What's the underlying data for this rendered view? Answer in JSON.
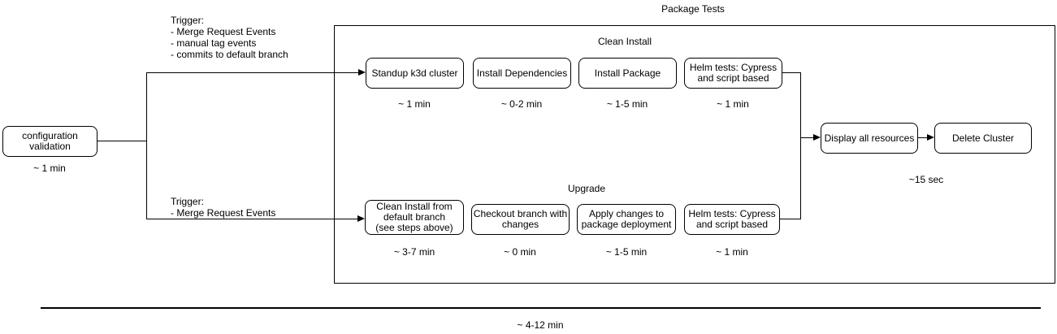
{
  "title": "Package Tests",
  "sections": {
    "clean_install": "Clean Install",
    "upgrade": "Upgrade"
  },
  "triggers": {
    "top": {
      "heading": "Trigger:",
      "line1": "- Merge Request Events",
      "line2": "- manual tag events",
      "line3": "- commits to default branch"
    },
    "bottom": {
      "heading": "Trigger:",
      "line1": "- Merge Request Events"
    }
  },
  "nodes": {
    "config": {
      "label": "configuration\nvalidation",
      "duration": "~ 1 min"
    },
    "standup": {
      "label": "Standup k3d cluster",
      "duration": "~ 1 min"
    },
    "deps": {
      "label": "Install Dependencies",
      "duration": "~ 0-2 min"
    },
    "package": {
      "label": "Install Package",
      "duration": "~ 1-5 min"
    },
    "helm_top": {
      "label": "Helm tests: Cypress\nand script based",
      "duration": "~ 1 min"
    },
    "clean_from_default": {
      "label": "Clean Install from\ndefault branch\n(see steps above)",
      "duration": "~ 3-7 min"
    },
    "checkout": {
      "label": "Checkout branch with\nchanges",
      "duration": "~ 0 min"
    },
    "apply": {
      "label": "Apply changes to\npackage deployment",
      "duration": "~ 1-5 min"
    },
    "helm_bottom": {
      "label": "Helm tests: Cypress\nand script based",
      "duration": "~ 1 min"
    },
    "display": {
      "label": "Display all resources"
    },
    "delete": {
      "label": "Delete Cluster"
    }
  },
  "teardown_duration": "~15 sec",
  "total_duration": "~ 4-12 min"
}
